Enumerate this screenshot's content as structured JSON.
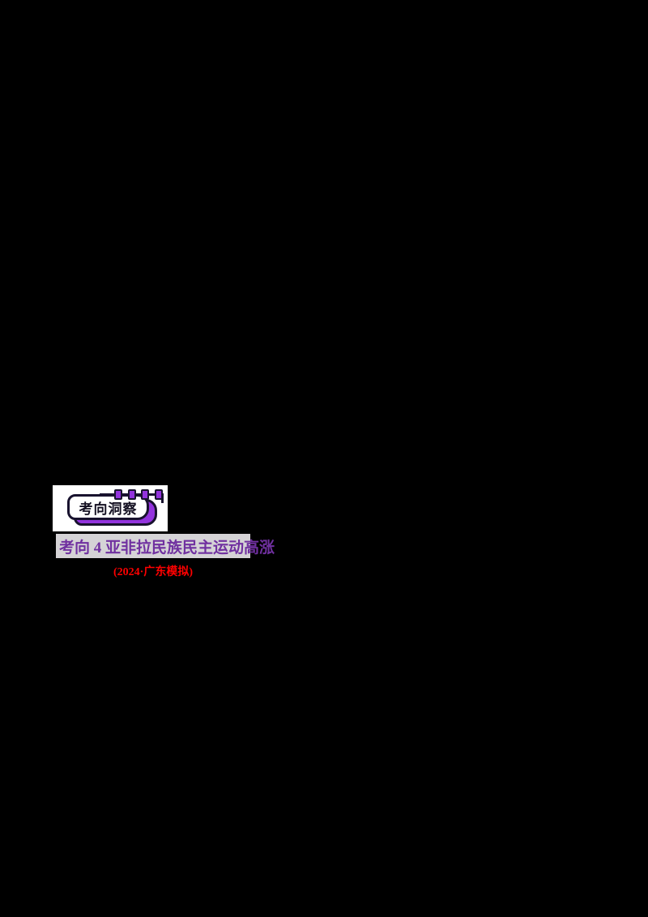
{
  "page": {
    "background_color": "#000000"
  },
  "badge": {
    "label": "考向洞察",
    "fill_color": "#ffffff",
    "accent_color": "#9333dd",
    "outline_color": "#18122e",
    "bead_count": 4
  },
  "heading": {
    "label": "考向 4  亚非拉民族民主运动高涨",
    "text_color": "#7030a0",
    "strip_color": "#d5d3d6"
  },
  "source": {
    "label": "(2024·广东模拟)",
    "text_color": "#fe0000"
  }
}
